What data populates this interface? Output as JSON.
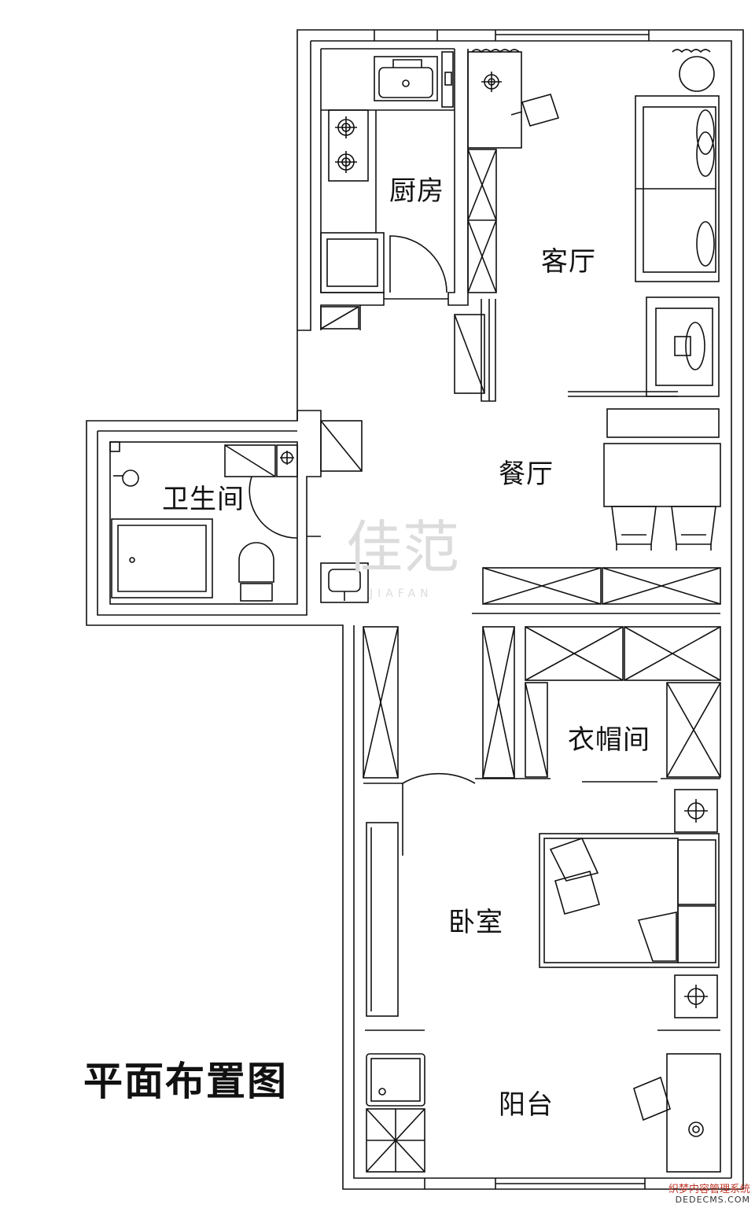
{
  "rooms": {
    "kitchen": "厨房",
    "living": "客厅",
    "dining": "餐厅",
    "bathroom": "卫生间",
    "cloakroom": "衣帽间",
    "bedroom": "卧室",
    "balcony": "阳台"
  },
  "title": "平面布置图",
  "watermark": {
    "main": "佳范",
    "sub": "JIAFAN"
  },
  "corner_mark": {
    "cn": "织梦内容管理系统",
    "en": "DEDECMS.COM"
  },
  "colors": {
    "line": "#111111",
    "background": "#ffffff",
    "watermark": "#dcdcdc",
    "corner_red": "#c0392b"
  }
}
